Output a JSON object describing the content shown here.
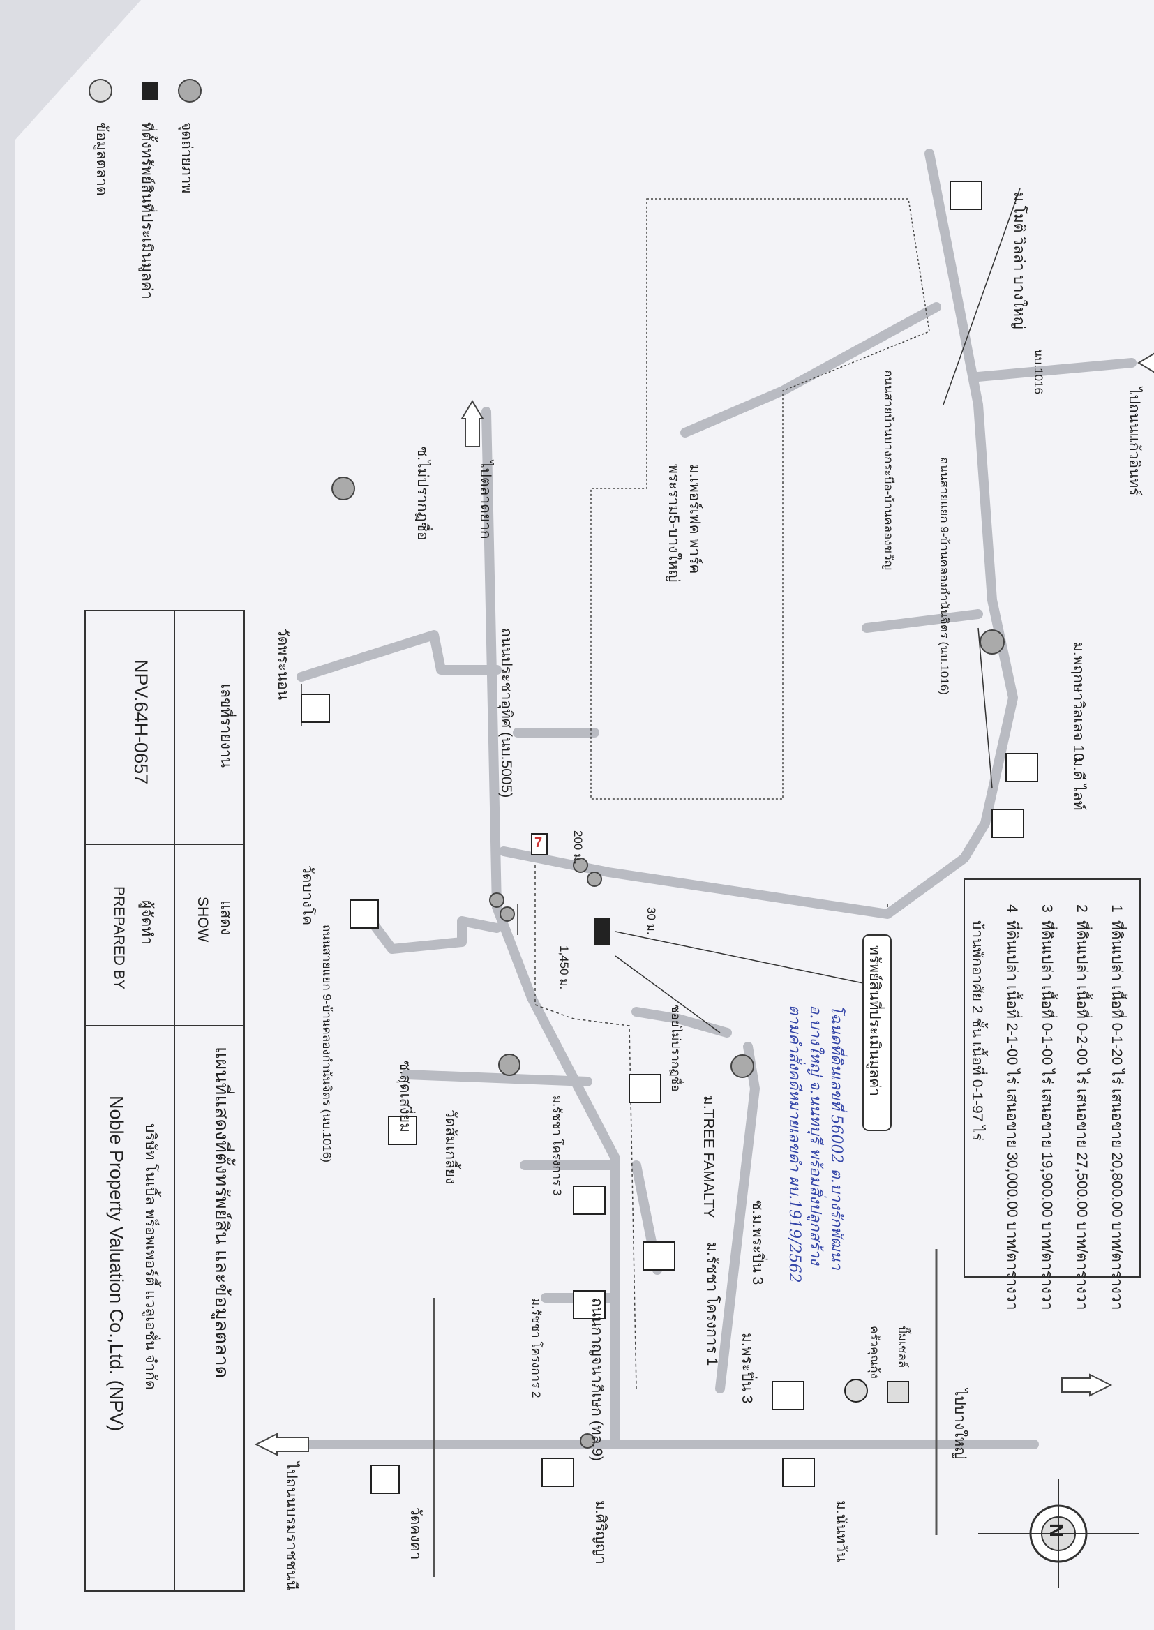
{
  "title_block": {
    "title": "แผนที่แสดงที่ตั้งทรัพย์สิน และข้อมูลตลาด",
    "company_th": "บริษัท โนเบิ้ล พร็อพเพอร์ตี้ แวลูเอชั่น จำกัด",
    "company_en": "Noble Property Valuation Co.,Ltd. (NPV)",
    "show_th": "แสดง",
    "show_en": "SHOW",
    "prepared_th": "ผู้จัดทำ",
    "prepared_en": "PREPARED BY",
    "report_no_label": "เลขที่รายงาน",
    "report_no": "NPV.64H-0657"
  },
  "symbols_legend": {
    "photo_point": "จุดถ่ายภาพ",
    "subject_location": "ที่ตั้งทรัพย์สินที่ประเมินมูลค่า",
    "market_data": "ข้อมูลตลาด"
  },
  "market_legend": [
    {
      "no": "1",
      "text": "ที่ดินเปล่า  เนื้อที่ 0-1-20 ไร่  เสนอขาย  20,800.00 บาท/ตารางวา"
    },
    {
      "no": "2",
      "text": "ที่ดินเปล่า  เนื้อที่ 0-2-00 ไร่  เสนอขาย  27,500.00 บาท/ตารางวา"
    },
    {
      "no": "3",
      "text": "ที่ดินเปล่า  เนื้อที่ 0-1-00 ไร่  เสนอขาย  19,900.00 บาท/ตารางวา"
    },
    {
      "no": "4",
      "text": "ที่ดินเปล่า  เนื้อที่ 2-1-00 ไร่  เสนอขาย  30,000.00 บาท/ตารางวา"
    },
    {
      "no": "",
      "text": "บ้านพักอาศัย 2 ชั้น เนื้อที่ 0-1-97 ไร่"
    }
  ],
  "subject_label": "ทรัพย์สินที่ประเมินมูลค่า",
  "handwritten": [
    "โฉนดที่ดินเลขที่ 56002 ต.บางรักพัฒนา",
    "อ.บางใหญ่ จ.นนทบุรี พร้อมสิ่งปลูกสร้าง",
    "ตามคำสั่งคดีหมายเลขดำ ผบ.1919/2562"
  ],
  "roads": {
    "kanchanapisek": "ถนนกาญจนาภิเษก (ทล.9)",
    "to_bang_yai": "ไปบางใหญ่",
    "to_borommaratchachonnani": "ไปถนนบรมราชชนนี",
    "to_kaew_in": "ไปถนนแก้วอินทร์",
    "prachautit": "ถนนประชาอุทิศ (นบ.5005)",
    "to_talad_yai": "ไปตลาดยาก",
    "road1016_top": "ถนนสายแยก 9-บ้านคลองกำนันจิตร (นบ.1016)",
    "road1016_bottom": "ถนนสายแยก 9-บ้านคลองกำนันจิตร (นบ.1016)",
    "road_bangkrue": "ถนนสายบ้านบางกระบือ-บ้านคลองขวัญ",
    "nb1016": "นบ.1016",
    "soi_unnamed": "ซอยไม่ปรากฏชื่อ",
    "soi_unnamed_3": "ซ.ไม่ปรากฏชื่อ",
    "soi_sutsengiam": "ซ.สุดเสงี่ยม",
    "dist_200": "200 ม.",
    "dist_30": "30 ม.",
    "dist_1450": "1,450 ม."
  },
  "places": {
    "m_mote_villa": "ม.โมติ วิลล่า บางใหญ่",
    "m_perfect_park": "ม.เพอร์เฟค พาร์ค",
    "m_perfect_park_2": "พระราม5-บางใหญ่",
    "m_pruksa10": "ม.พฤกษาวิลเลจ 10",
    "m_d_light": "ม.ดี ไลท์",
    "wat_phra_ngam": "วัดพระนอน",
    "wat_bang_kho": "วัดบางโค",
    "wat_som_kliang": "วัดส้มเกลี้ยง",
    "wat_khong_khla": "วัดคงคา",
    "m_tree_family": "ม.TREE FAMALTY",
    "m_ratcha_3": "ม.รัชชา โครงการ 3",
    "m_ratcha_1": "ม.รัชชา โครงการ 1",
    "m_ratcha_2": "ม.รัชชา โครงการ 2",
    "m_pruksa_3": "ม.พระปิ่น 3",
    "m_pruksa_3b": "ซ.ม.พระปิ่น 3",
    "m_sirinya": "ม.ศิริญญา",
    "m_nanthawan": "ม.นันทวัน",
    "kuay_jab": "ครัวคุณกุ้ง",
    "pump": "ปั๊มเชลล์",
    "compass": "N",
    "seven": "7"
  }
}
